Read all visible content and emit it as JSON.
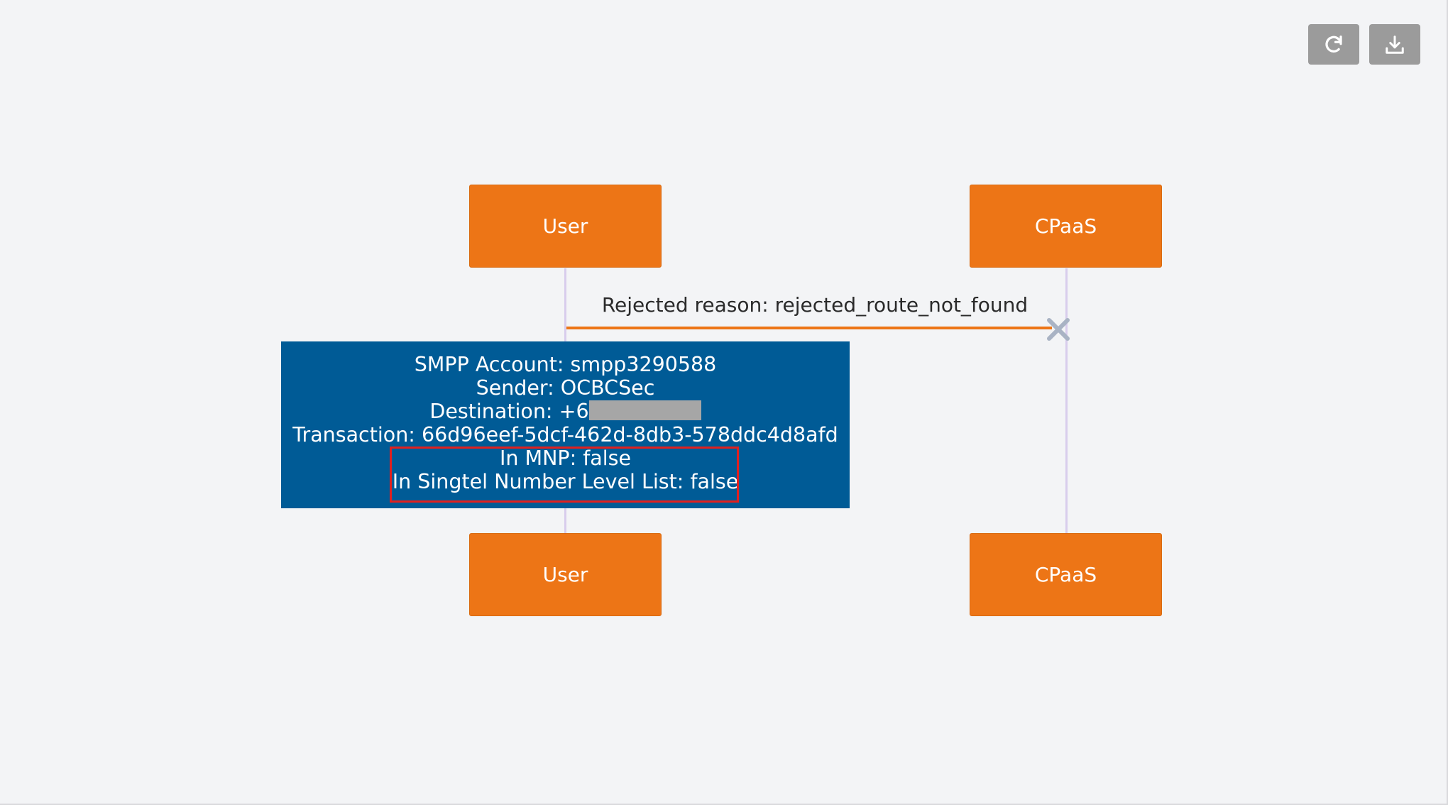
{
  "toolbar": {
    "refresh_icon": "refresh-icon",
    "download_icon": "download-icon"
  },
  "diagram": {
    "actors_top": [
      {
        "label": "User"
      },
      {
        "label": "CPaaS"
      }
    ],
    "actors_bottom": [
      {
        "label": "User"
      },
      {
        "label": "CPaaS"
      }
    ],
    "message": {
      "label": "Rejected reason: rejected_route_not_found",
      "end_marker": "cross-icon"
    },
    "note": {
      "smpp_account": "SMPP Account: smpp3290588",
      "sender": "Sender: OCBCSec",
      "destination": "Destination: +6",
      "transaction": "Transaction: 66d96eef-5dcf-462d-8db3-578ddc4d8afd",
      "in_mnp": "In MNP: false",
      "in_singtel": "In Singtel Number Level List: false"
    }
  },
  "colors": {
    "background": "#f3f4f6",
    "actor": "#ed7516",
    "note": "#005b96",
    "lifeline": "#d8cdec",
    "highlight": "#e0201f",
    "button": "#9b9b9b"
  }
}
